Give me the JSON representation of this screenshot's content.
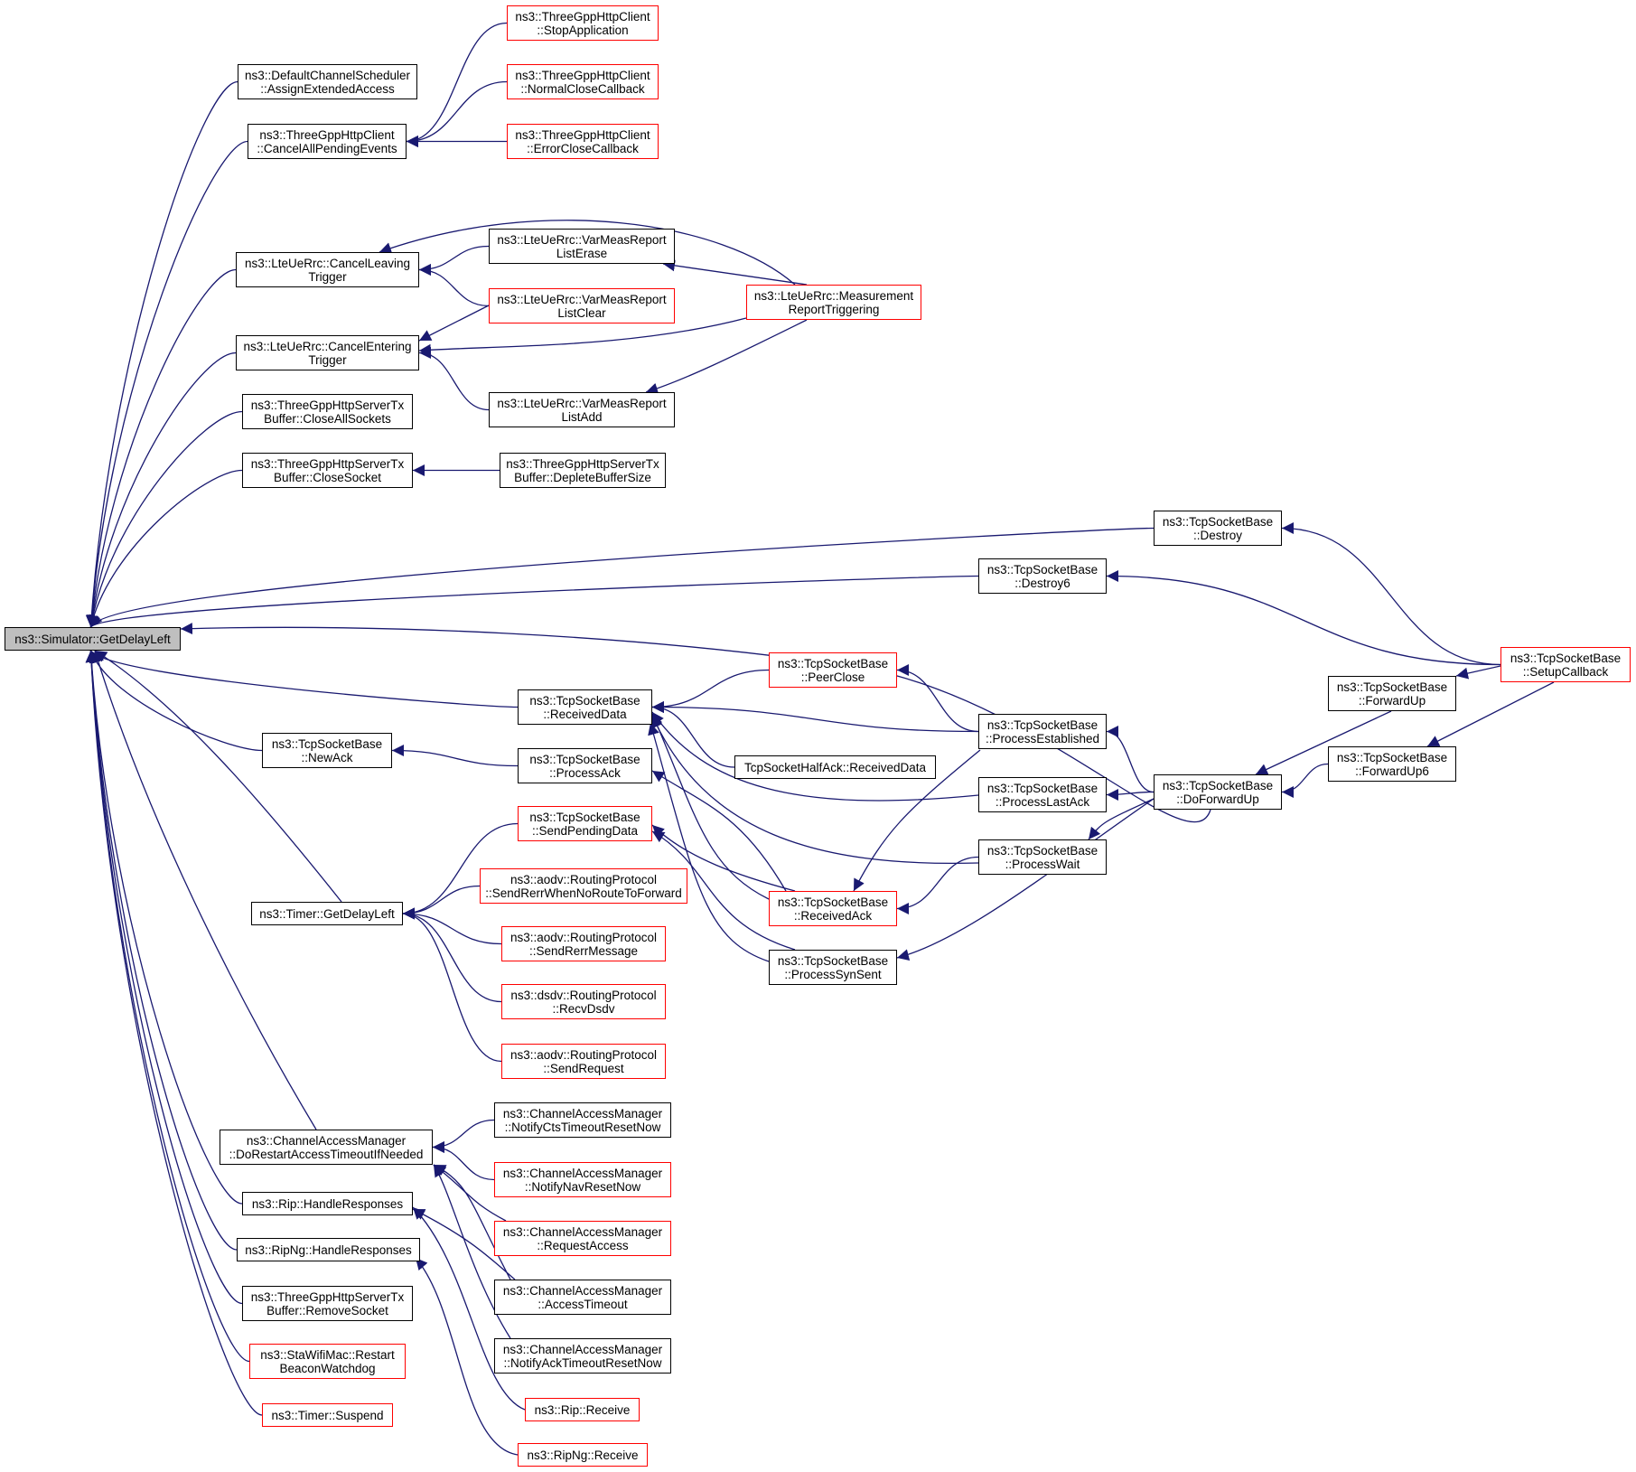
{
  "graph": {
    "edge_color": "#191970",
    "nodes": [
      {
        "id": "root",
        "lines": [
          "ns3::Simulator::GetDelayLeft"
        ],
        "style": "focus"
      },
      {
        "id": "dcs",
        "lines": [
          "ns3::DefaultChannelScheduler",
          "::AssignExtendedAccess"
        ],
        "style": "black"
      },
      {
        "id": "cape",
        "lines": [
          "ns3::ThreeGppHttpClient",
          "::CancelAllPendingEvents"
        ],
        "style": "black"
      },
      {
        "id": "stopapp",
        "lines": [
          "ns3::ThreeGppHttpClient",
          "::StopApplication"
        ],
        "style": "red"
      },
      {
        "id": "normclose",
        "lines": [
          "ns3::ThreeGppHttpClient",
          "::NormalCloseCallback"
        ],
        "style": "red"
      },
      {
        "id": "errclose",
        "lines": [
          "ns3::ThreeGppHttpClient",
          "::ErrorCloseCallback"
        ],
        "style": "red"
      },
      {
        "id": "cltrig",
        "lines": [
          "ns3::LteUeRrc::CancelLeaving",
          "Trigger"
        ],
        "style": "black"
      },
      {
        "id": "vmerase",
        "lines": [
          "ns3::LteUeRrc::VarMeasReport",
          "ListErase"
        ],
        "style": "black"
      },
      {
        "id": "vmclear",
        "lines": [
          "ns3::LteUeRrc::VarMeasReport",
          "ListClear"
        ],
        "style": "red"
      },
      {
        "id": "measrep",
        "lines": [
          "ns3::LteUeRrc::Measurement",
          "ReportTriggering"
        ],
        "style": "red"
      },
      {
        "id": "cetrig",
        "lines": [
          "ns3::LteUeRrc::CancelEntering",
          "Trigger"
        ],
        "style": "black"
      },
      {
        "id": "vmadd",
        "lines": [
          "ns3::LteUeRrc::VarMeasReport",
          "ListAdd"
        ],
        "style": "black"
      },
      {
        "id": "closeall",
        "lines": [
          "ns3::ThreeGppHttpServerTx",
          "Buffer::CloseAllSockets"
        ],
        "style": "black"
      },
      {
        "id": "closesock",
        "lines": [
          "ns3::ThreeGppHttpServerTx",
          "Buffer::CloseSocket"
        ],
        "style": "black"
      },
      {
        "id": "deplete",
        "lines": [
          "ns3::ThreeGppHttpServerTx",
          "Buffer::DepleteBufferSize"
        ],
        "style": "black"
      },
      {
        "id": "destroy",
        "lines": [
          "ns3::TcpSocketBase",
          "::Destroy"
        ],
        "style": "black"
      },
      {
        "id": "destroy6",
        "lines": [
          "ns3::TcpSocketBase",
          "::Destroy6"
        ],
        "style": "black"
      },
      {
        "id": "setupcb",
        "lines": [
          "ns3::TcpSocketBase",
          "::SetupCallback"
        ],
        "style": "red"
      },
      {
        "id": "peerclose",
        "lines": [
          "ns3::TcpSocketBase",
          "::PeerClose"
        ],
        "style": "red"
      },
      {
        "id": "recvdata",
        "lines": [
          "ns3::TcpSocketBase",
          "::ReceivedData"
        ],
        "style": "black"
      },
      {
        "id": "procest",
        "lines": [
          "ns3::TcpSocketBase",
          "::ProcessEstablished"
        ],
        "style": "black"
      },
      {
        "id": "fwdup",
        "lines": [
          "ns3::TcpSocketBase",
          "::ForwardUp"
        ],
        "style": "black"
      },
      {
        "id": "fwdup6",
        "lines": [
          "ns3::TcpSocketBase",
          "::ForwardUp6"
        ],
        "style": "black"
      },
      {
        "id": "halfack",
        "lines": [
          "TcpSocketHalfAck::ReceivedData"
        ],
        "style": "black"
      },
      {
        "id": "newack",
        "lines": [
          "ns3::TcpSocketBase",
          "::NewAck"
        ],
        "style": "black"
      },
      {
        "id": "procack",
        "lines": [
          "ns3::TcpSocketBase",
          "::ProcessAck"
        ],
        "style": "black"
      },
      {
        "id": "proclastack",
        "lines": [
          "ns3::TcpSocketBase",
          "::ProcessLastAck"
        ],
        "style": "black"
      },
      {
        "id": "doforward",
        "lines": [
          "ns3::TcpSocketBase",
          "::DoForwardUp"
        ],
        "style": "black"
      },
      {
        "id": "sendpending",
        "lines": [
          "ns3::TcpSocketBase",
          "::SendPendingData"
        ],
        "style": "red"
      },
      {
        "id": "procwait",
        "lines": [
          "ns3::TcpSocketBase",
          "::ProcessWait"
        ],
        "style": "black"
      },
      {
        "id": "recvack",
        "lines": [
          "ns3::TcpSocketBase",
          "::ReceivedAck"
        ],
        "style": "red"
      },
      {
        "id": "procsyn",
        "lines": [
          "ns3::TcpSocketBase",
          "::ProcessSynSent"
        ],
        "style": "black"
      },
      {
        "id": "timerdelay",
        "lines": [
          "ns3::Timer::GetDelayLeft"
        ],
        "style": "black"
      },
      {
        "id": "srnrtf",
        "lines": [
          "ns3::aodv::RoutingProtocol",
          "::SendRerrWhenNoRouteToForward"
        ],
        "style": "red"
      },
      {
        "id": "srerrmsg",
        "lines": [
          "ns3::aodv::RoutingProtocol",
          "::SendRerrMessage"
        ],
        "style": "red"
      },
      {
        "id": "recvdsdv",
        "lines": [
          "ns3::dsdv::RoutingProtocol",
          "::RecvDsdv"
        ],
        "style": "red"
      },
      {
        "id": "sendreq",
        "lines": [
          "ns3::aodv::RoutingProtocol",
          "::SendRequest"
        ],
        "style": "red"
      },
      {
        "id": "cam",
        "lines": [
          "ns3::ChannelAccessManager",
          "::DoRestartAccessTimeoutIfNeeded"
        ],
        "style": "black"
      },
      {
        "id": "ncts",
        "lines": [
          "ns3::ChannelAccessManager",
          "::NotifyCtsTimeoutResetNow"
        ],
        "style": "black"
      },
      {
        "id": "nnav",
        "lines": [
          "ns3::ChannelAccessManager",
          "::NotifyNavResetNow"
        ],
        "style": "red"
      },
      {
        "id": "reqacc",
        "lines": [
          "ns3::ChannelAccessManager",
          "::RequestAccess"
        ],
        "style": "red"
      },
      {
        "id": "acctimeout",
        "lines": [
          "ns3::ChannelAccessManager",
          "::AccessTimeout"
        ],
        "style": "black"
      },
      {
        "id": "nack",
        "lines": [
          "ns3::ChannelAccessManager",
          "::NotifyAckTimeoutResetNow"
        ],
        "style": "black"
      },
      {
        "id": "riphr",
        "lines": [
          "ns3::Rip::HandleResponses"
        ],
        "style": "black"
      },
      {
        "id": "ripnghr",
        "lines": [
          "ns3::RipNg::HandleResponses"
        ],
        "style": "black"
      },
      {
        "id": "removesock",
        "lines": [
          "ns3::ThreeGppHttpServerTx",
          "Buffer::RemoveSocket"
        ],
        "style": "black"
      },
      {
        "id": "restartbw",
        "lines": [
          "ns3::StaWifiMac::Restart",
          "BeaconWatchdog"
        ],
        "style": "red"
      },
      {
        "id": "timersusp",
        "lines": [
          "ns3::Timer::Suspend"
        ],
        "style": "red"
      },
      {
        "id": "riprecv",
        "lines": [
          "ns3::Rip::Receive"
        ],
        "style": "red"
      },
      {
        "id": "ripngrecv",
        "lines": [
          "ns3::RipNg::Receive"
        ],
        "style": "red"
      }
    ],
    "edges": [
      [
        "dcs",
        "root"
      ],
      [
        "cape",
        "root"
      ],
      [
        "cltrig",
        "root"
      ],
      [
        "cetrig",
        "root"
      ],
      [
        "closeall",
        "root"
      ],
      [
        "closesock",
        "root"
      ],
      [
        "destroy",
        "root"
      ],
      [
        "destroy6",
        "root"
      ],
      [
        "doforward",
        "root"
      ],
      [
        "recvdata",
        "root"
      ],
      [
        "newack",
        "root"
      ],
      [
        "timerdelay",
        "root"
      ],
      [
        "cam",
        "root"
      ],
      [
        "riphr",
        "root"
      ],
      [
        "ripnghr",
        "root"
      ],
      [
        "removesock",
        "root"
      ],
      [
        "restartbw",
        "root"
      ],
      [
        "timersusp",
        "root"
      ],
      [
        "stopapp",
        "cape"
      ],
      [
        "normclose",
        "cape"
      ],
      [
        "errclose",
        "cape"
      ],
      [
        "vmerase",
        "cltrig"
      ],
      [
        "vmclear",
        "cltrig"
      ],
      [
        "measrep",
        "cltrig"
      ],
      [
        "vmclear",
        "cetrig"
      ],
      [
        "measrep",
        "cetrig"
      ],
      [
        "vmadd",
        "cetrig"
      ],
      [
        "measrep",
        "vmerase"
      ],
      [
        "measrep",
        "vmadd"
      ],
      [
        "deplete",
        "closesock"
      ],
      [
        "setupcb",
        "destroy"
      ],
      [
        "setupcb",
        "destroy6"
      ],
      [
        "peerclose",
        "recvdata"
      ],
      [
        "procest",
        "recvdata"
      ],
      [
        "halfack",
        "recvdata"
      ],
      [
        "proclastack",
        "recvdata"
      ],
      [
        "procwait",
        "recvdata"
      ],
      [
        "recvack",
        "recvdata"
      ],
      [
        "procsyn",
        "recvdata"
      ],
      [
        "procest",
        "peerclose"
      ],
      [
        "doforward",
        "procest"
      ],
      [
        "doforward",
        "proclastack"
      ],
      [
        "doforward",
        "procwait"
      ],
      [
        "doforward",
        "procsyn"
      ],
      [
        "fwdup",
        "doforward"
      ],
      [
        "fwdup6",
        "doforward"
      ],
      [
        "setupcb",
        "fwdup"
      ],
      [
        "setupcb",
        "fwdup6"
      ],
      [
        "procack",
        "newack"
      ],
      [
        "recvack",
        "procack"
      ],
      [
        "procest",
        "recvack"
      ],
      [
        "procwait",
        "recvack"
      ],
      [
        "recvack",
        "sendpending"
      ],
      [
        "procsyn",
        "sendpending"
      ],
      [
        "sendpending",
        "timerdelay"
      ],
      [
        "srnrtf",
        "timerdelay"
      ],
      [
        "srerrmsg",
        "timerdelay"
      ],
      [
        "recvdsdv",
        "timerdelay"
      ],
      [
        "sendreq",
        "timerdelay"
      ],
      [
        "ncts",
        "cam"
      ],
      [
        "nnav",
        "cam"
      ],
      [
        "reqacc",
        "cam"
      ],
      [
        "acctimeout",
        "cam"
      ],
      [
        "nack",
        "cam"
      ],
      [
        "acctimeout",
        "riphr"
      ],
      [
        "riprecv",
        "riphr"
      ],
      [
        "ripngrecv",
        "ripnghr"
      ]
    ]
  }
}
